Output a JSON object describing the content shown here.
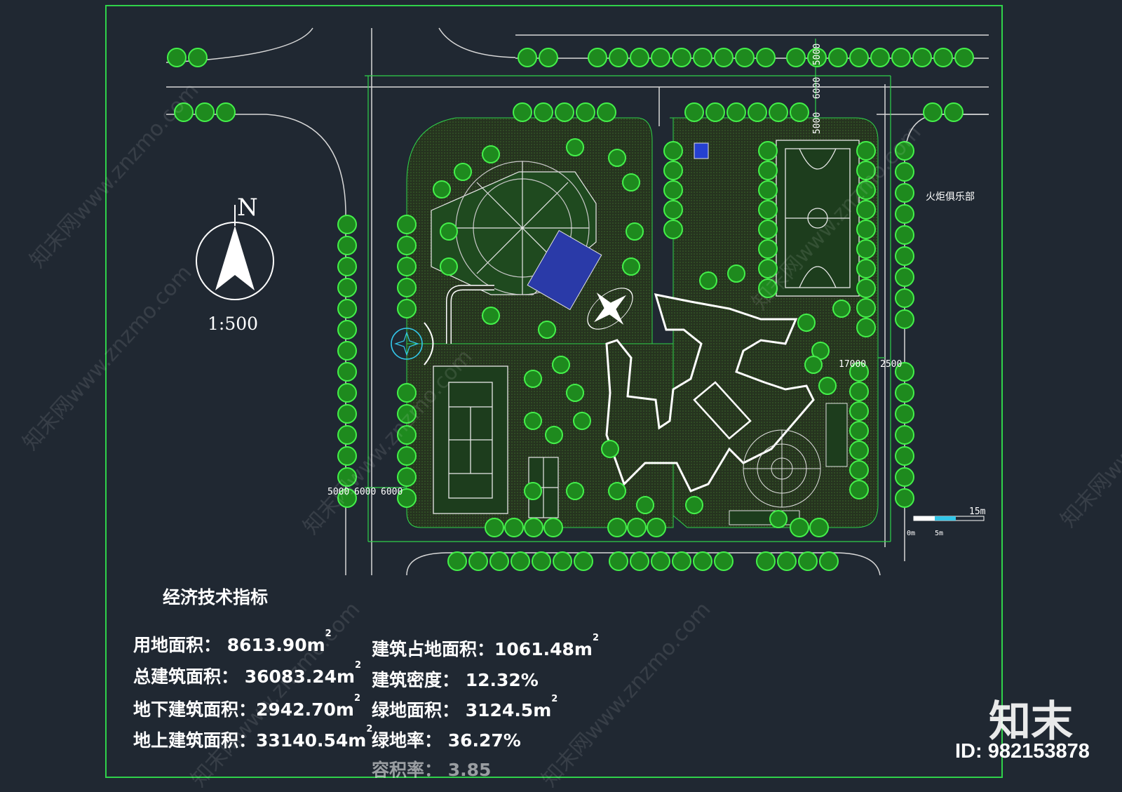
{
  "plan": {
    "north_label": "N",
    "scale_label": "1:500",
    "scale_bar_label": "15m",
    "scale_bar_ticks": [
      "0m",
      "5m"
    ],
    "club_label": "火炬俱乐部",
    "dim_labels": [
      "5000",
      "6000",
      "6000",
      "17000",
      "2500",
      "5000",
      "6000",
      "5000"
    ]
  },
  "indicators": {
    "title": "经济技术指标",
    "items": [
      {
        "label": "用地面积：",
        "value": "8613.90m",
        "unit_sup": "2"
      },
      {
        "label": "总建筑面积：",
        "value": "36083.24m",
        "unit_sup": "2"
      },
      {
        "label": "地下建筑面积：",
        "value": "2942.70m",
        "unit_sup": "2"
      },
      {
        "label": "地上建筑面积：",
        "value": "33140.54m",
        "unit_sup": "2"
      },
      {
        "label": "建筑占地面积：",
        "value": "1061.48m",
        "unit_sup": "2"
      },
      {
        "label": "建筑密度：",
        "value": "12.32%",
        "unit_sup": ""
      },
      {
        "label": "绿地面积：",
        "value": "3124.5m",
        "unit_sup": "2"
      },
      {
        "label": "绿地率：",
        "value": "36.27%",
        "unit_sup": ""
      },
      {
        "label": "容积率：",
        "value": "3.85",
        "unit_sup": ""
      }
    ]
  },
  "watermark": {
    "logo": "知末",
    "id_text": "ID: 982153878",
    "tiled": "知末网www.znzmo.com"
  },
  "colors": {
    "background": "#202832",
    "frame": "#2fd24a",
    "tree": "#33e24a",
    "road": "#d8d8d8",
    "building": "#ffffff",
    "water": "#2a3aa8"
  }
}
